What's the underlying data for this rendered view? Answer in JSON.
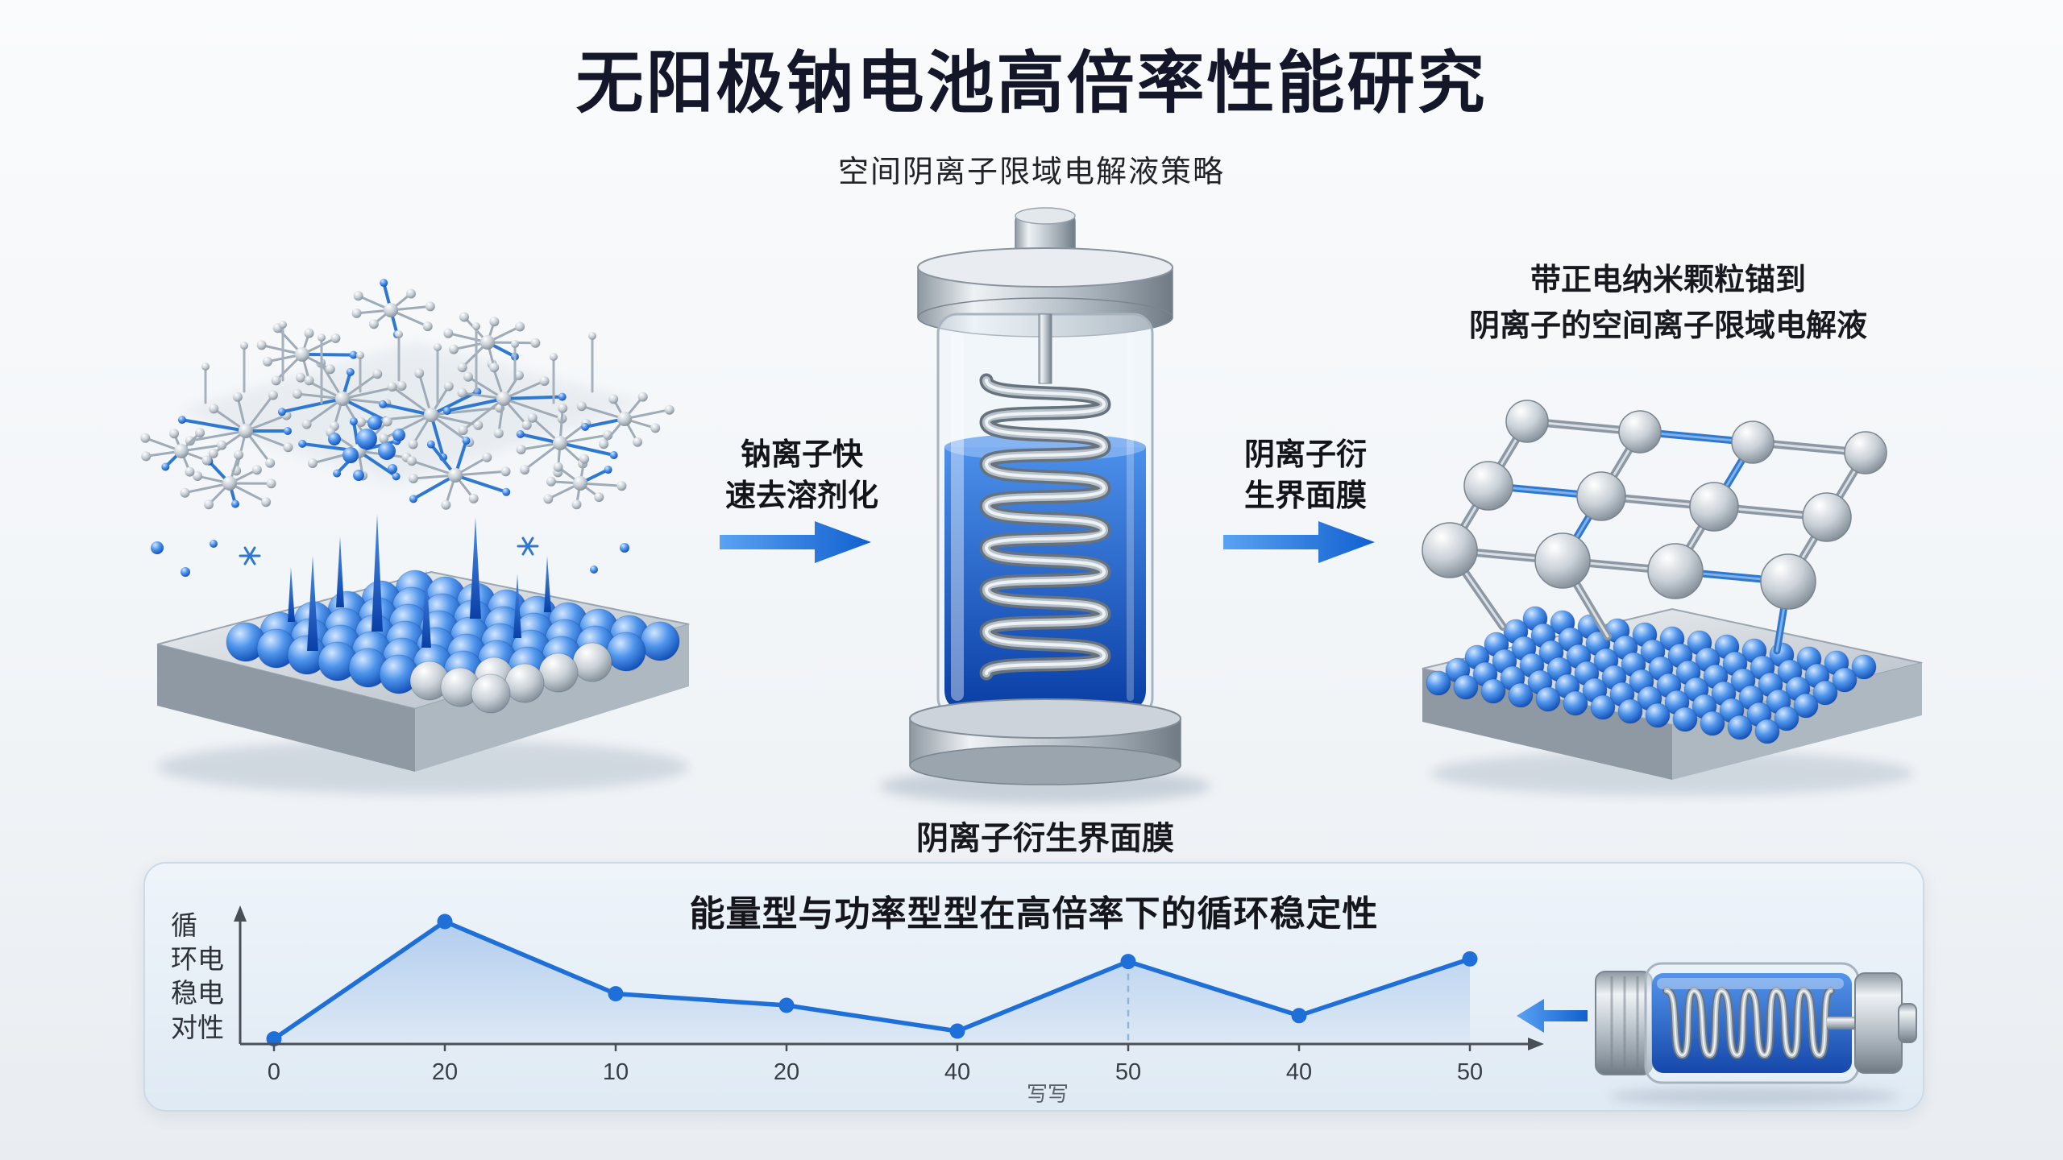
{
  "header": {
    "title": "无阳极钠电池高倍率性能研究",
    "subtitle": "空间阴离子限域电解液策略"
  },
  "flow": {
    "arrow1": {
      "line1": "钠离子快",
      "line2": "速去溶剂化"
    },
    "arrow2": {
      "line1": "阴离子衍",
      "line2": "生界面膜"
    },
    "battery_caption": "阴离子衍生界面膜",
    "right_caption_line1": "带正电纳米颗粒锚到",
    "right_caption_line2": "阴离子的空间离子限域电解液"
  },
  "chart": {
    "title": "能量型与功率型型在高倍率下的循环稳定性",
    "ylabel_lines": [
      "循",
      "环电",
      "稳电",
      "对性"
    ],
    "x_caption": "写写"
  },
  "chart_data": {
    "type": "line",
    "x_tick_labels": [
      "0",
      "20",
      "10",
      "20",
      "40",
      "50",
      "40",
      "50"
    ],
    "values": [
      4,
      95,
      39,
      30,
      10,
      64,
      22,
      66
    ],
    "ylim": [
      0,
      100
    ],
    "dashed_at": [
      5
    ],
    "line_color": "#1e6fd8",
    "title": "能量型与功率型型在高倍率下的循环稳定性",
    "xlabel": "写写",
    "ylabel": "循环稳电对性",
    "grid": false,
    "legend_position": "none"
  },
  "colors": {
    "accent_blue": "#1e6fd8",
    "dark_text": "#14172a",
    "panel_bg": "#e9f1f8",
    "metal_gray": "#b9c3cc"
  }
}
